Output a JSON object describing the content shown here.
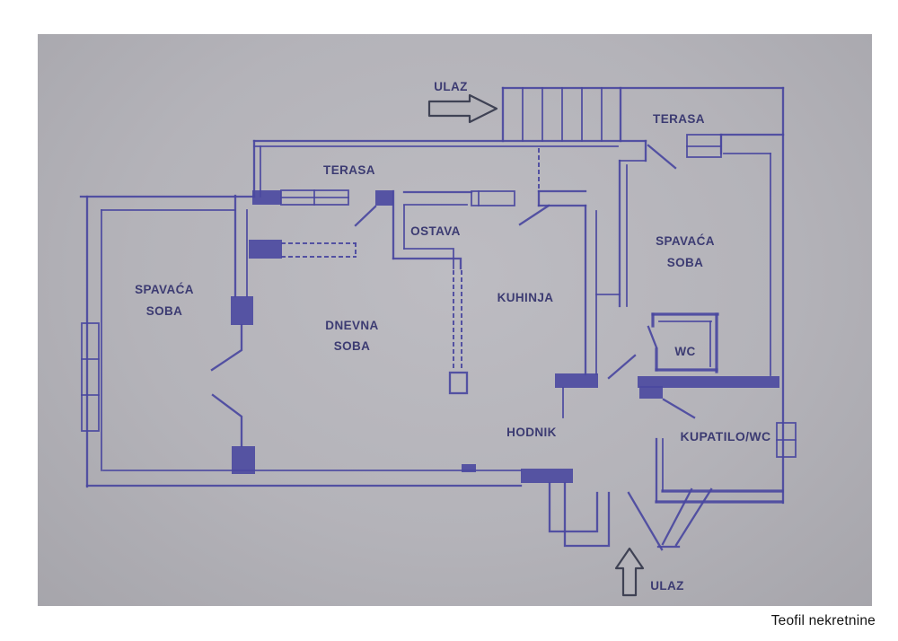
{
  "meta": {
    "watermark": "Teofil nekretnine"
  },
  "colors": {
    "ink": "#4a48a0",
    "paper": "#b4b3b9",
    "label": "#3c3b72",
    "arrow": "#3f4254",
    "watermark": "#141414"
  },
  "plan": {
    "entrance_top": {
      "label": "ULAZ",
      "arrow": "right-arrow"
    },
    "entrance_bottom": {
      "label": "ULAZ",
      "arrow": "up-arrow"
    },
    "rooms": {
      "terrace_top": {
        "label": "TERASA"
      },
      "terrace_left": {
        "label": "TERASA"
      },
      "bedroom_left": {
        "line1": "SPAVAĆA",
        "line2": "SOBA"
      },
      "bedroom_right": {
        "line1": "SPAVAĆA",
        "line2": "SOBA"
      },
      "living": {
        "line1": "DNEVNA",
        "line2": "SOBA"
      },
      "pantry": {
        "label": "OSTAVA"
      },
      "kitchen": {
        "label": "KUHINJA"
      },
      "hallway": {
        "label": "HODNIK"
      },
      "wc": {
        "label": "WC"
      },
      "bathroom": {
        "label": "KUPATILO/WC"
      }
    }
  }
}
